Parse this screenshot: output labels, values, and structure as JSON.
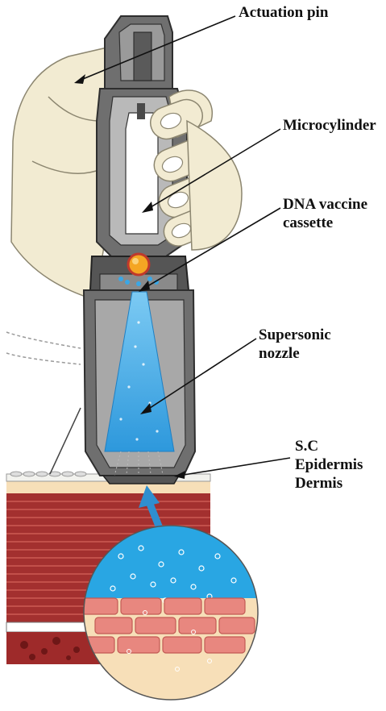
{
  "labels": {
    "actuation_pin": "Actuation pin",
    "microcylinder": "Microcylinder",
    "dna_line1": "DNA vaccine",
    "dna_line2": "cassette",
    "nozzle_line1": "Supersonic",
    "nozzle_line2": "nozzle",
    "layer_sc": "S.C",
    "layer_epidermis": "Epidermis",
    "layer_dermis": "Dermis"
  },
  "colors": {
    "device_body": "#6f6f6f",
    "device_dark": "#3e3e3e",
    "device_light": "#b9b9b9",
    "hand": "#f2ebd2",
    "hand_outline": "#8c8670",
    "jet": "#3aa7e6",
    "jet_light": "#9fd8f7",
    "particle": "#f5a623",
    "muscle": "#a3302f",
    "muscle_line": "#c2504a",
    "skin": "#f7dfb8",
    "cells": "#e8877f",
    "fluid": "#29a6e3",
    "arrow": "#2f8fd0"
  }
}
